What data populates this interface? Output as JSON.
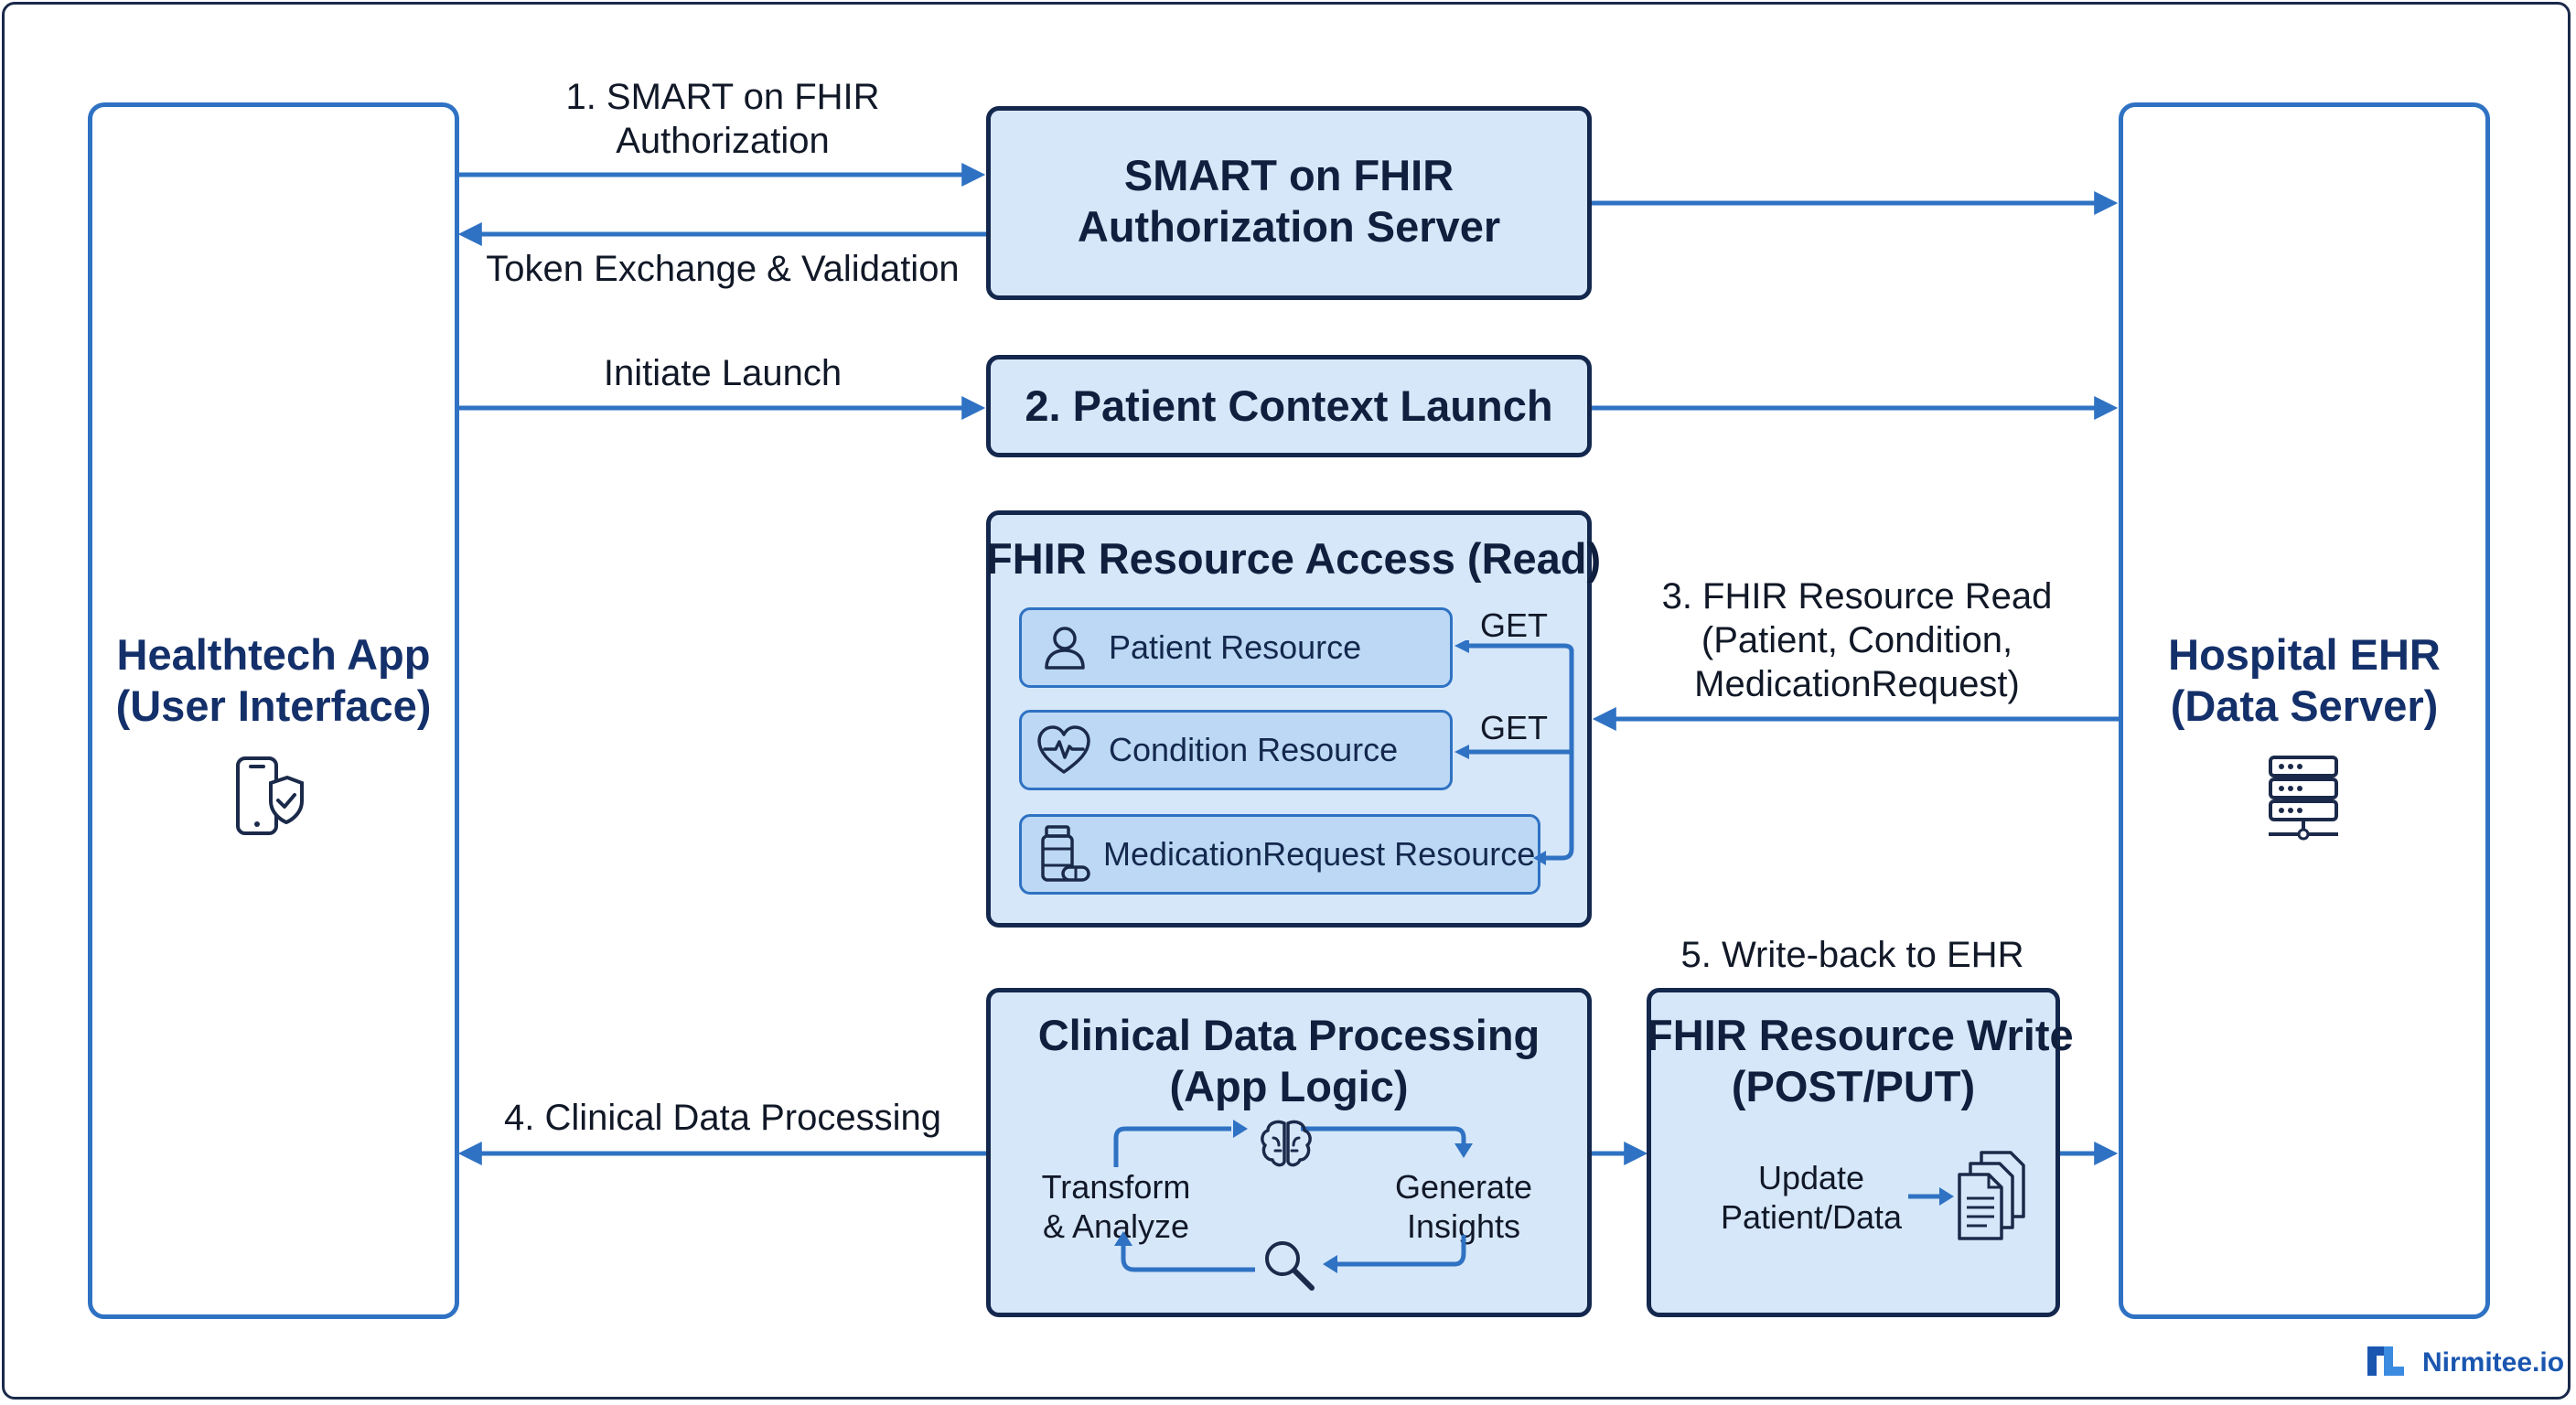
{
  "healthtech_app": {
    "line1": "Healthtech App",
    "line2": "(User Interface)",
    "icon": "mobile-shield-icon"
  },
  "hospital_ehr": {
    "line1": "Hospital EHR",
    "line2": "(Data Server)",
    "icon": "server-icon"
  },
  "auth_server": {
    "line1": "SMART on FHIR",
    "line2": "Authorization Server"
  },
  "patient_context": {
    "title": "2. Patient Context Launch"
  },
  "resource_access": {
    "title": "FHIR Resource Access (Read)",
    "resources": [
      {
        "label": "Patient Resource",
        "icon": "person-icon"
      },
      {
        "label": "Condition Resource",
        "icon": "heart-pulse-icon"
      },
      {
        "label": "MedicationRequest Resource",
        "icon": "medication-icon"
      }
    ],
    "get_labels": [
      "GET",
      "GET"
    ]
  },
  "clinical_processing": {
    "line1": "Clinical Data Processing",
    "line2": "(App Logic)",
    "transform_line1": "Transform",
    "transform_line2": "& Analyze",
    "generate_line1": "Generate",
    "generate_line2": "Insights",
    "icons": [
      "brain-icon",
      "magnifier-icon"
    ]
  },
  "resource_write": {
    "line1": "FHIR Resource Write",
    "line2": "(POST/PUT)",
    "update_line1": "Update",
    "update_line2": "Patient/Data",
    "icon": "documents-icon"
  },
  "flow_labels": {
    "auth_line1": "1. SMART on FHIR",
    "auth_line2": "Authorization",
    "token": "Token Exchange & Validation",
    "initiate": "Initiate Launch",
    "read_line1": "3. FHIR Resource Read",
    "read_line2": "(Patient, Condition,",
    "read_line3": "MedicationRequest)",
    "processing": "4. Clinical Data Processing",
    "writeback": "5. Write-back to EHR"
  },
  "brand": {
    "name": "Nirmitee.io"
  },
  "colors": {
    "accent": "#2f72c3",
    "box_fill": "#d6e7f9",
    "box_border": "#14284e",
    "pill_fill": "#bcd8f4"
  }
}
